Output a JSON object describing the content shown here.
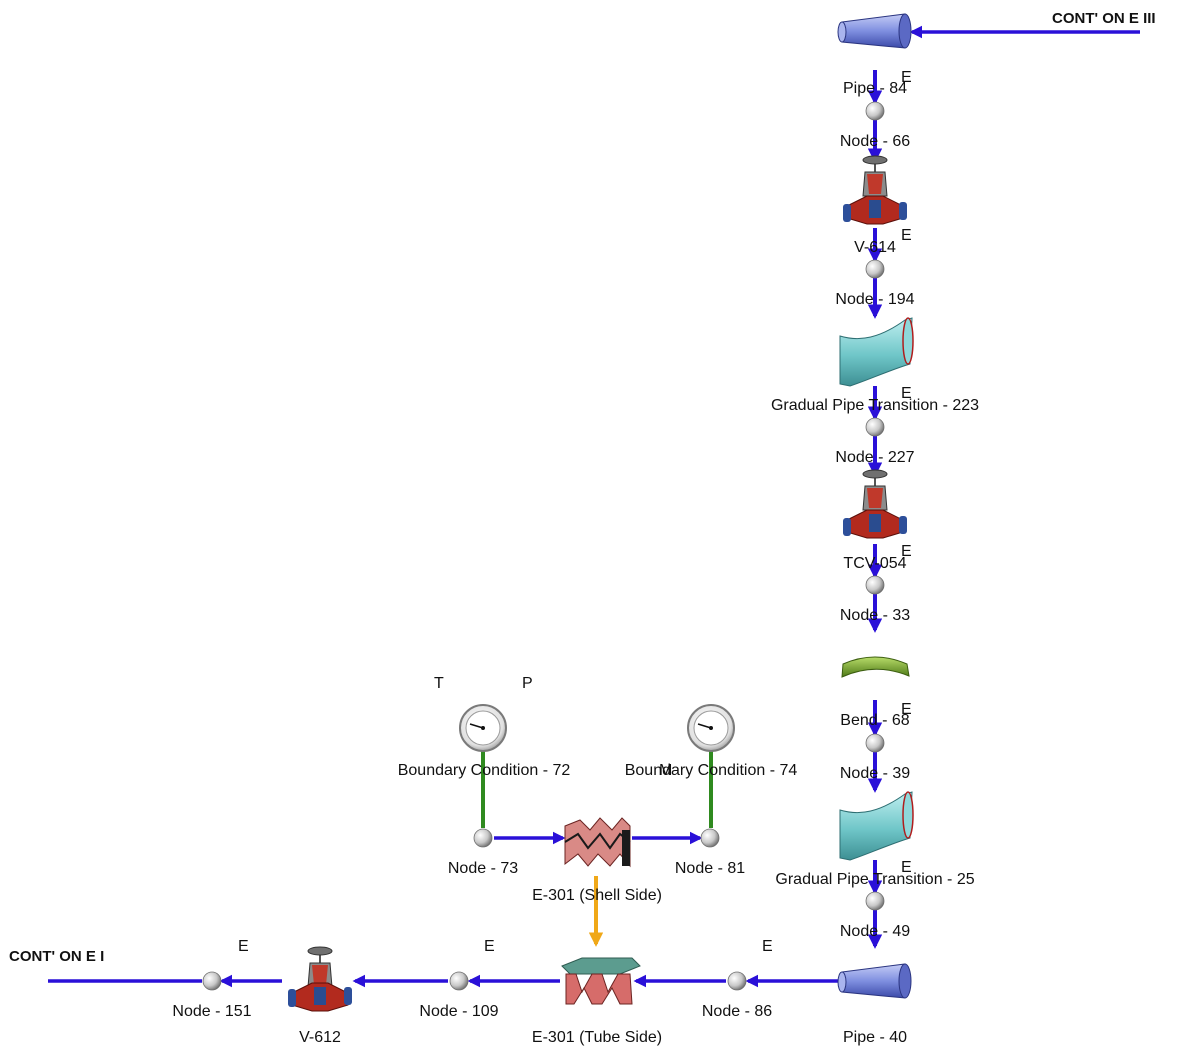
{
  "offpage": {
    "top_right": "CONT' ON E III",
    "bottom_left": "CONT' ON E I"
  },
  "flag": {
    "e": "E",
    "t": "T",
    "p": "P",
    "m": "M"
  },
  "labels": {
    "pipe84": "Pipe - 84",
    "node66": "Node - 66",
    "v614": "V-614",
    "node194": "Node - 194",
    "gpt223": "Gradual Pipe Transition - 223",
    "node227": "Node - 227",
    "tcv054": "TCV-054",
    "node33": "Node - 33",
    "bend68": "Bend - 68",
    "node39": "Node - 39",
    "gpt25": "Gradual Pipe Transition - 25",
    "node49": "Node - 49",
    "pipe40": "Pipe - 40",
    "node86": "Node - 86",
    "e301tube": "E-301 (Tube Side)",
    "node109": "Node - 109",
    "v612": "V-612",
    "node151": "Node - 151",
    "bc72": "Boundary Condition - 72",
    "bc74": "Boundary Condition - 74",
    "node73": "Node - 73",
    "node81": "Node - 81",
    "e301shell": "E-301 (Shell Side)"
  },
  "colors": {
    "flow": "#2a10d8",
    "signal": "#2f8a1f",
    "heat": "#f0a818",
    "text": "#111111"
  }
}
